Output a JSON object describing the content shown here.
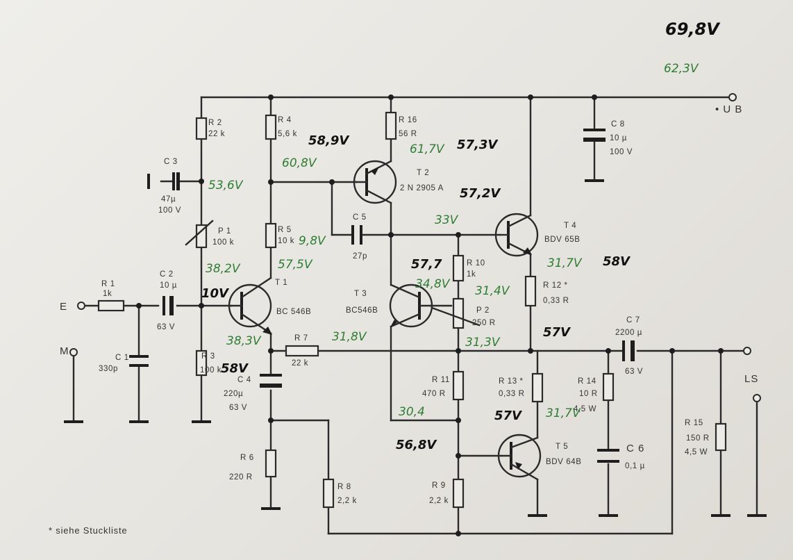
{
  "labels": {
    "ub": "• U B",
    "e": "E",
    "m": "M",
    "ls": "LS",
    "footnote": "* siehe Stuckliste",
    "r1": "R 1",
    "r1v": "1k",
    "c1": "C 1",
    "c1v": "330p",
    "c2": "C 2",
    "c2v": "10 µ",
    "c2u": "63 V",
    "c3": "C 3",
    "c3v": "47µ",
    "c3u": "100 V",
    "r2": "R 2",
    "r2v": "22 k",
    "p1": "P 1",
    "p1v": "100 k",
    "r3": "R 3",
    "r3v": "100 k",
    "r4": "R 4",
    "r4v": "5,6 k",
    "r5": "R 5",
    "r5v": "10 k",
    "t1": "T 1",
    "t1v": "BC 546B",
    "r7": "R 7",
    "r7v": "22 k",
    "c4": "C 4",
    "c4v": "220µ",
    "c4u": "63 V",
    "r6": "R 6",
    "r6v": "220 R",
    "r8": "R 8",
    "r8v": "2,2 k",
    "r16": "R 16",
    "r16v": "56 R",
    "t2": "T 2",
    "t2v": "2 N 2905 A",
    "c5": "C 5",
    "c5v": "27p",
    "t3": "T 3",
    "t3v": "BC546B",
    "r10": "R 10",
    "r10v": "1k",
    "p2": "P 2",
    "p2v": "250 R",
    "r11": "R 11",
    "r11v": "470 R",
    "r9": "R 9",
    "r9v": "2,2 k",
    "t4": "T 4",
    "t4v": "BDV 65B",
    "r12": "R 12 *",
    "r12v": "0,33 R",
    "r13": "R 13 *",
    "r13v": "0,33 R",
    "t5": "T 5",
    "t5v": "BDV 64B",
    "c8": "C 8",
    "c8v": "10 µ",
    "c8u": "100 V",
    "c7": "C 7",
    "c7v": "2200 µ",
    "c7u": "63 V",
    "r14": "R 14",
    "r14v": "10 R",
    "r14u": "4,5 W",
    "c6": "C 6",
    "c6v": "0,1 µ",
    "r15": "R 15",
    "r15v": "150 R",
    "r15u": "4,5 W"
  },
  "annotations_green": {
    "a_623": "62,3V",
    "a_536": "53,6V",
    "a_608": "60,8V",
    "a_617": "61,7V",
    "a_33": "33V",
    "a_382": "38,2V",
    "a_575": "57,5V",
    "a_98": "9,8V",
    "a_383": "38,3V",
    "a_318": "31,8V",
    "a_348": "34,8V",
    "a_314": "31,4V",
    "a_313": "31,3V",
    "a_317": "31,7V",
    "a_304": "30,4",
    "a_317b": "31,7V"
  },
  "annotations_black": {
    "b_698": "69,8V",
    "b_589": "58,9V",
    "b_573": "57,3V",
    "b_572": "57,2V",
    "b_58a": "58V",
    "b_10": "10V",
    "b_577": "57,7",
    "b_57a": "57V",
    "b_57b": "57V",
    "b_58b": "58V",
    "b_568": "56,8V"
  }
}
